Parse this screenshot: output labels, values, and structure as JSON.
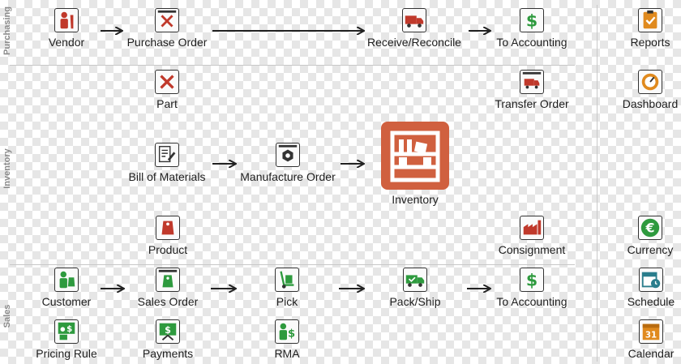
{
  "sections": {
    "purchasing": "Purchasing",
    "inventory": "Inventory",
    "sales": "Sales"
  },
  "nodes": {
    "vendor": "Vendor",
    "purchase_order": "Purchase Order",
    "receive_reconcile": "Receive/Reconcile",
    "to_accounting_purchasing": "To Accounting",
    "reports": "Reports",
    "part": "Part",
    "transfer_order": "Transfer Order",
    "dashboard": "Dashboard",
    "bill_of_materials": "Bill of Materials",
    "manufacture_order": "Manufacture Order",
    "inventory": "Inventory",
    "product": "Product",
    "consignment": "Consignment",
    "currency": "Currency",
    "customer": "Customer",
    "sales_order": "Sales Order",
    "pick": "Pick",
    "pack_ship": "Pack/Ship",
    "to_accounting_sales": "To Accounting",
    "schedule": "Schedule",
    "pricing_rule": "Pricing Rule",
    "payments": "Payments",
    "rma": "RMA",
    "calendar": "Calendar"
  },
  "icons": {
    "vendor": "person-tools-icon",
    "purchase_order": "tools-notepad-icon",
    "receive_reconcile": "truck-icon",
    "to_accounting": "dollar-icon",
    "reports": "clipboard-check-icon",
    "part": "wrench-screwdriver-icon",
    "transfer_order": "truck-notepad-icon",
    "dashboard": "gauge-icon",
    "bill_of_materials": "document-pencil-icon",
    "manufacture_order": "hex-nut-notepad-icon",
    "inventory": "shelves-icon",
    "product": "tag-icon",
    "consignment": "factory-icon",
    "currency": "euro-icon",
    "customer": "person-tag-icon",
    "sales_order": "tag-notepad-icon",
    "pick": "hand-truck-icon",
    "pack_ship": "delivery-truck-icon",
    "schedule": "calendar-clock-icon",
    "pricing_rule": "person-dollar-icon",
    "payments": "chart-dollar-icon",
    "rma": "person-dollar-return-icon",
    "calendar": "calendar-31-icon"
  },
  "calendar_icon_day": "31",
  "colors": {
    "red": "#c0392b",
    "green": "#2e9a3e",
    "orange": "#e08a1e",
    "teal": "#2a7d8c",
    "inventory_bg": "#d0603f"
  }
}
